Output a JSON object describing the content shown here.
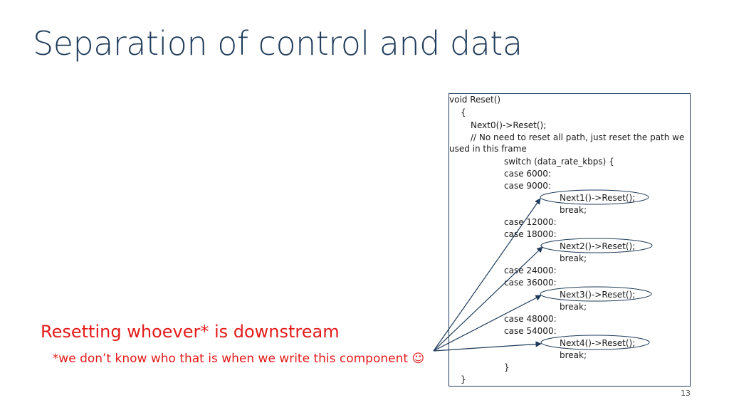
{
  "slide": {
    "title": "Separation of control and data",
    "caption": "Resetting whoever* is downstream",
    "subcaption": "*we don’t know who that is when we write this component ☺",
    "page_number": "13"
  },
  "code": {
    "lines": [
      "void Reset()",
      "{",
      "Next0()->Reset();",
      "// No need to reset all path, just reset the path we used in this frame",
      "switch (data_rate_kbps) {",
      "case 6000:",
      "case 9000:",
      "Next1()->Reset();",
      "break;",
      "case 12000:",
      "case 18000:",
      "Next2()->Reset();",
      "break;",
      "case 24000:",
      "case 36000:",
      "Next3()->Reset();",
      "break;",
      "case 48000:",
      "case 54000:",
      "Next4()->Reset();",
      "break;",
      "}",
      "}"
    ]
  },
  "colors": {
    "title": "#1f3b5a",
    "accent_red": "#e51a1a",
    "arrow": "#1f3b5a"
  }
}
